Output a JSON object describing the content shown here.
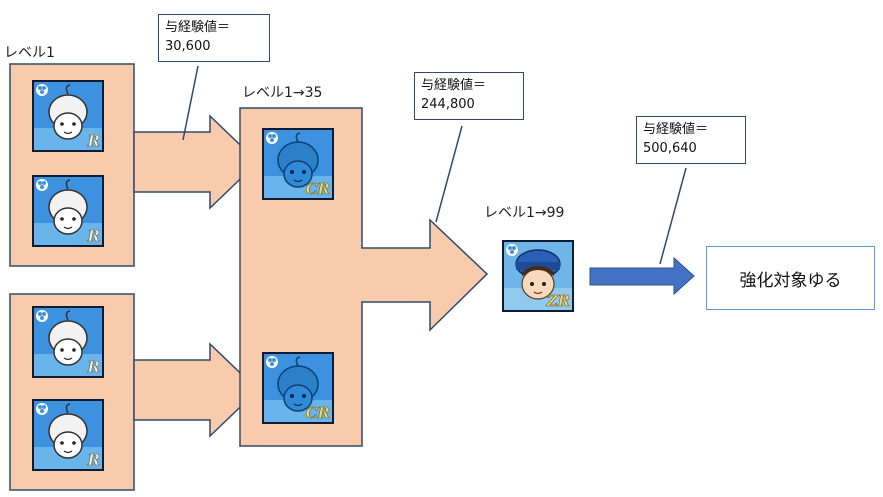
{
  "labels": {
    "level1": "レベル1",
    "level1_35": "レベル1→35",
    "level1_99": "レベル1→99"
  },
  "callouts": [
    {
      "line1": "与経験値＝",
      "line2": "30,600"
    },
    {
      "line1": "与経験値＝",
      "line2": "244,800"
    },
    {
      "line1": "与経験値＝",
      "line2": "500,640"
    }
  ],
  "target": {
    "label": "強化対象ゆる"
  },
  "cards": {
    "r": {
      "rarity": "R",
      "icon": "white-character-card-icon"
    },
    "cr": {
      "rarity": "CR",
      "icon": "blue-character-card-icon"
    },
    "zr": {
      "rarity": "ZR",
      "icon": "girl-character-card-icon"
    }
  },
  "colors": {
    "fill": "#f8cbad",
    "outline": "#2f4a6e",
    "arrow": "#4472c4",
    "cardFrame": "#2a78d4"
  }
}
